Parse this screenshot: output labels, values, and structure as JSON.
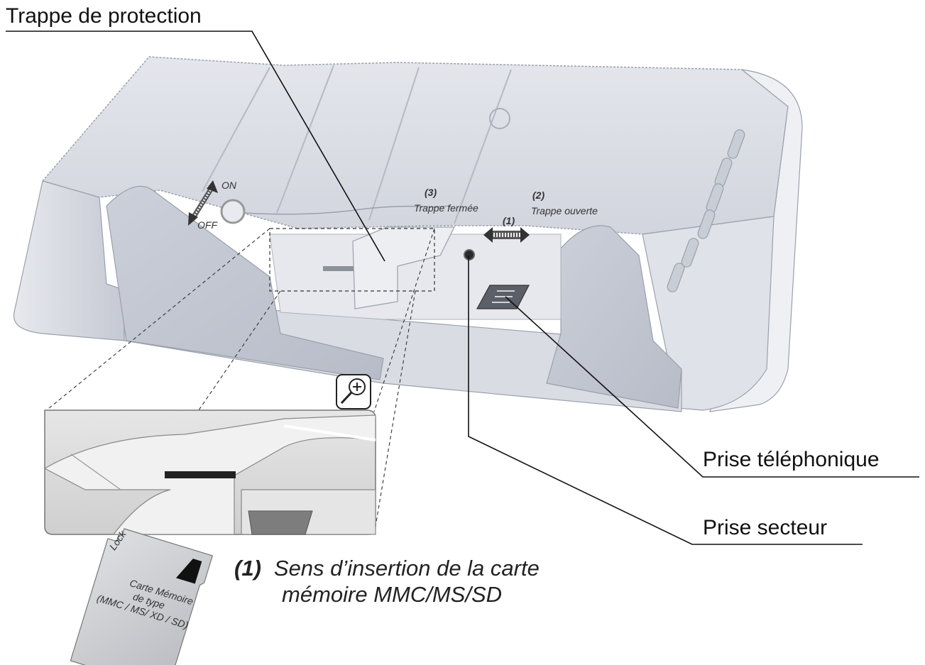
{
  "callouts": {
    "trappe_protection": "Trappe de protection",
    "prise_telephonique": "Prise téléphonique",
    "prise_secteur": "Prise secteur"
  },
  "device_labels": {
    "on": "ON",
    "off": "OFF",
    "step3_num": "(3)",
    "step3_text": "Trappe fermée",
    "step2_num": "(2)",
    "step2_text": "Trappe ouverte",
    "step1_num": "(1)"
  },
  "card": {
    "lock": "Lock",
    "line1": "Carte Mémoire",
    "line2": "de type",
    "line3": "(MMC / MS/ XD / SD)"
  },
  "note": {
    "number": "(1)",
    "line1": "Sens d’insertion de la carte",
    "line2": "mémoire MMC/MS/SD"
  },
  "icons": {
    "zoom": "magnifier-plus-icon",
    "arrow_switch": "double-arrow-icon",
    "arrow_card": "double-arrow-icon"
  }
}
